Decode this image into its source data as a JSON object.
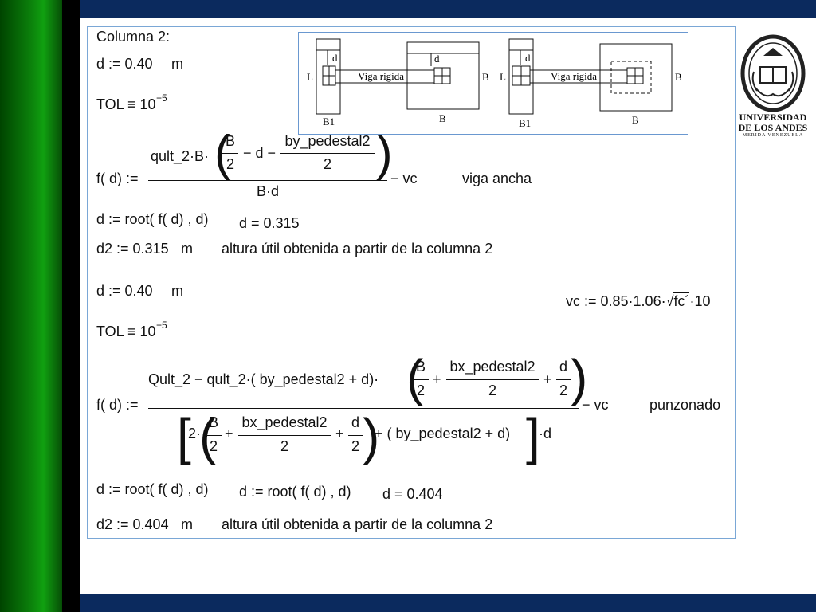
{
  "slide": {
    "title": "Columna 2:",
    "block1": {
      "d_assign": "d := 0.40",
      "unit_m": "m",
      "tol": "TOL ≡ 10",
      "tol_exp": "−5",
      "f_lhs": "f( d) :=",
      "num_left": "qult_2·B·",
      "num_B": "B",
      "num_2": "2",
      "num_minus_d": "− d −",
      "num_by": "by_pedestal2",
      "num_by_den": "2",
      "den": "B·d",
      "minus_vc": "− vc",
      "label": "viga ancha",
      "root": "d := root( f( d) , d)",
      "result": "d = 0.315",
      "d2": "d2 := 0.315",
      "d2_unit": "m",
      "d2_text": "altura útil obtenida a partir de la columna 2"
    },
    "block2": {
      "d_assign": "d := 0.40",
      "unit_m": "m",
      "vc_formula": "vc := 0.85·1.06·",
      "vc_sqrt": "fc´",
      "vc_tail": "·10",
      "tol": "TOL ≡ 10",
      "tol_exp": "−5",
      "f_lhs": "f( d) :=",
      "num_left": "Qult_2 − qult_2·( by_pedestal2 + d)·",
      "num_B": "B",
      "num_2a": "2",
      "plus1": "+",
      "num_bx": "bx_pedestal2",
      "num_2b": "2",
      "plus2": "+",
      "num_d": "d",
      "num_2c": "2",
      "den_2": "2·",
      "den_B": "B",
      "den_2a": "2",
      "den_plus1": "+",
      "den_bx": "bx_pedestal2",
      "den_2b": "2",
      "den_plus2": "+",
      "den_d": "d",
      "den_2c": "2",
      "den_tail": "+ ( by_pedestal2 + d)",
      "den_dot_d": "·d",
      "minus_vc": "− vc",
      "label": "punzonado",
      "root1": "d := root( f( d) , d)",
      "root2": "d := root( f( d) , d)",
      "result": "d = 0.404",
      "d2": "d2 := 0.404",
      "d2_unit": "m",
      "d2_text": "altura útil obtenida a partir de la columna 2"
    }
  },
  "diagram": {
    "viga": "Viga rígida",
    "label_d": "d",
    "label_L": "L",
    "label_B": "B",
    "label_B1": "B1"
  },
  "logo": {
    "line1": "UNIVERSIDAD",
    "line2": "DE LOS ANDES",
    "line3": "MERIDA VENEZUELA"
  },
  "colors": {
    "green": "#0a7a0a",
    "navy": "#0b2a5e",
    "frame": "#7aa7d6"
  }
}
